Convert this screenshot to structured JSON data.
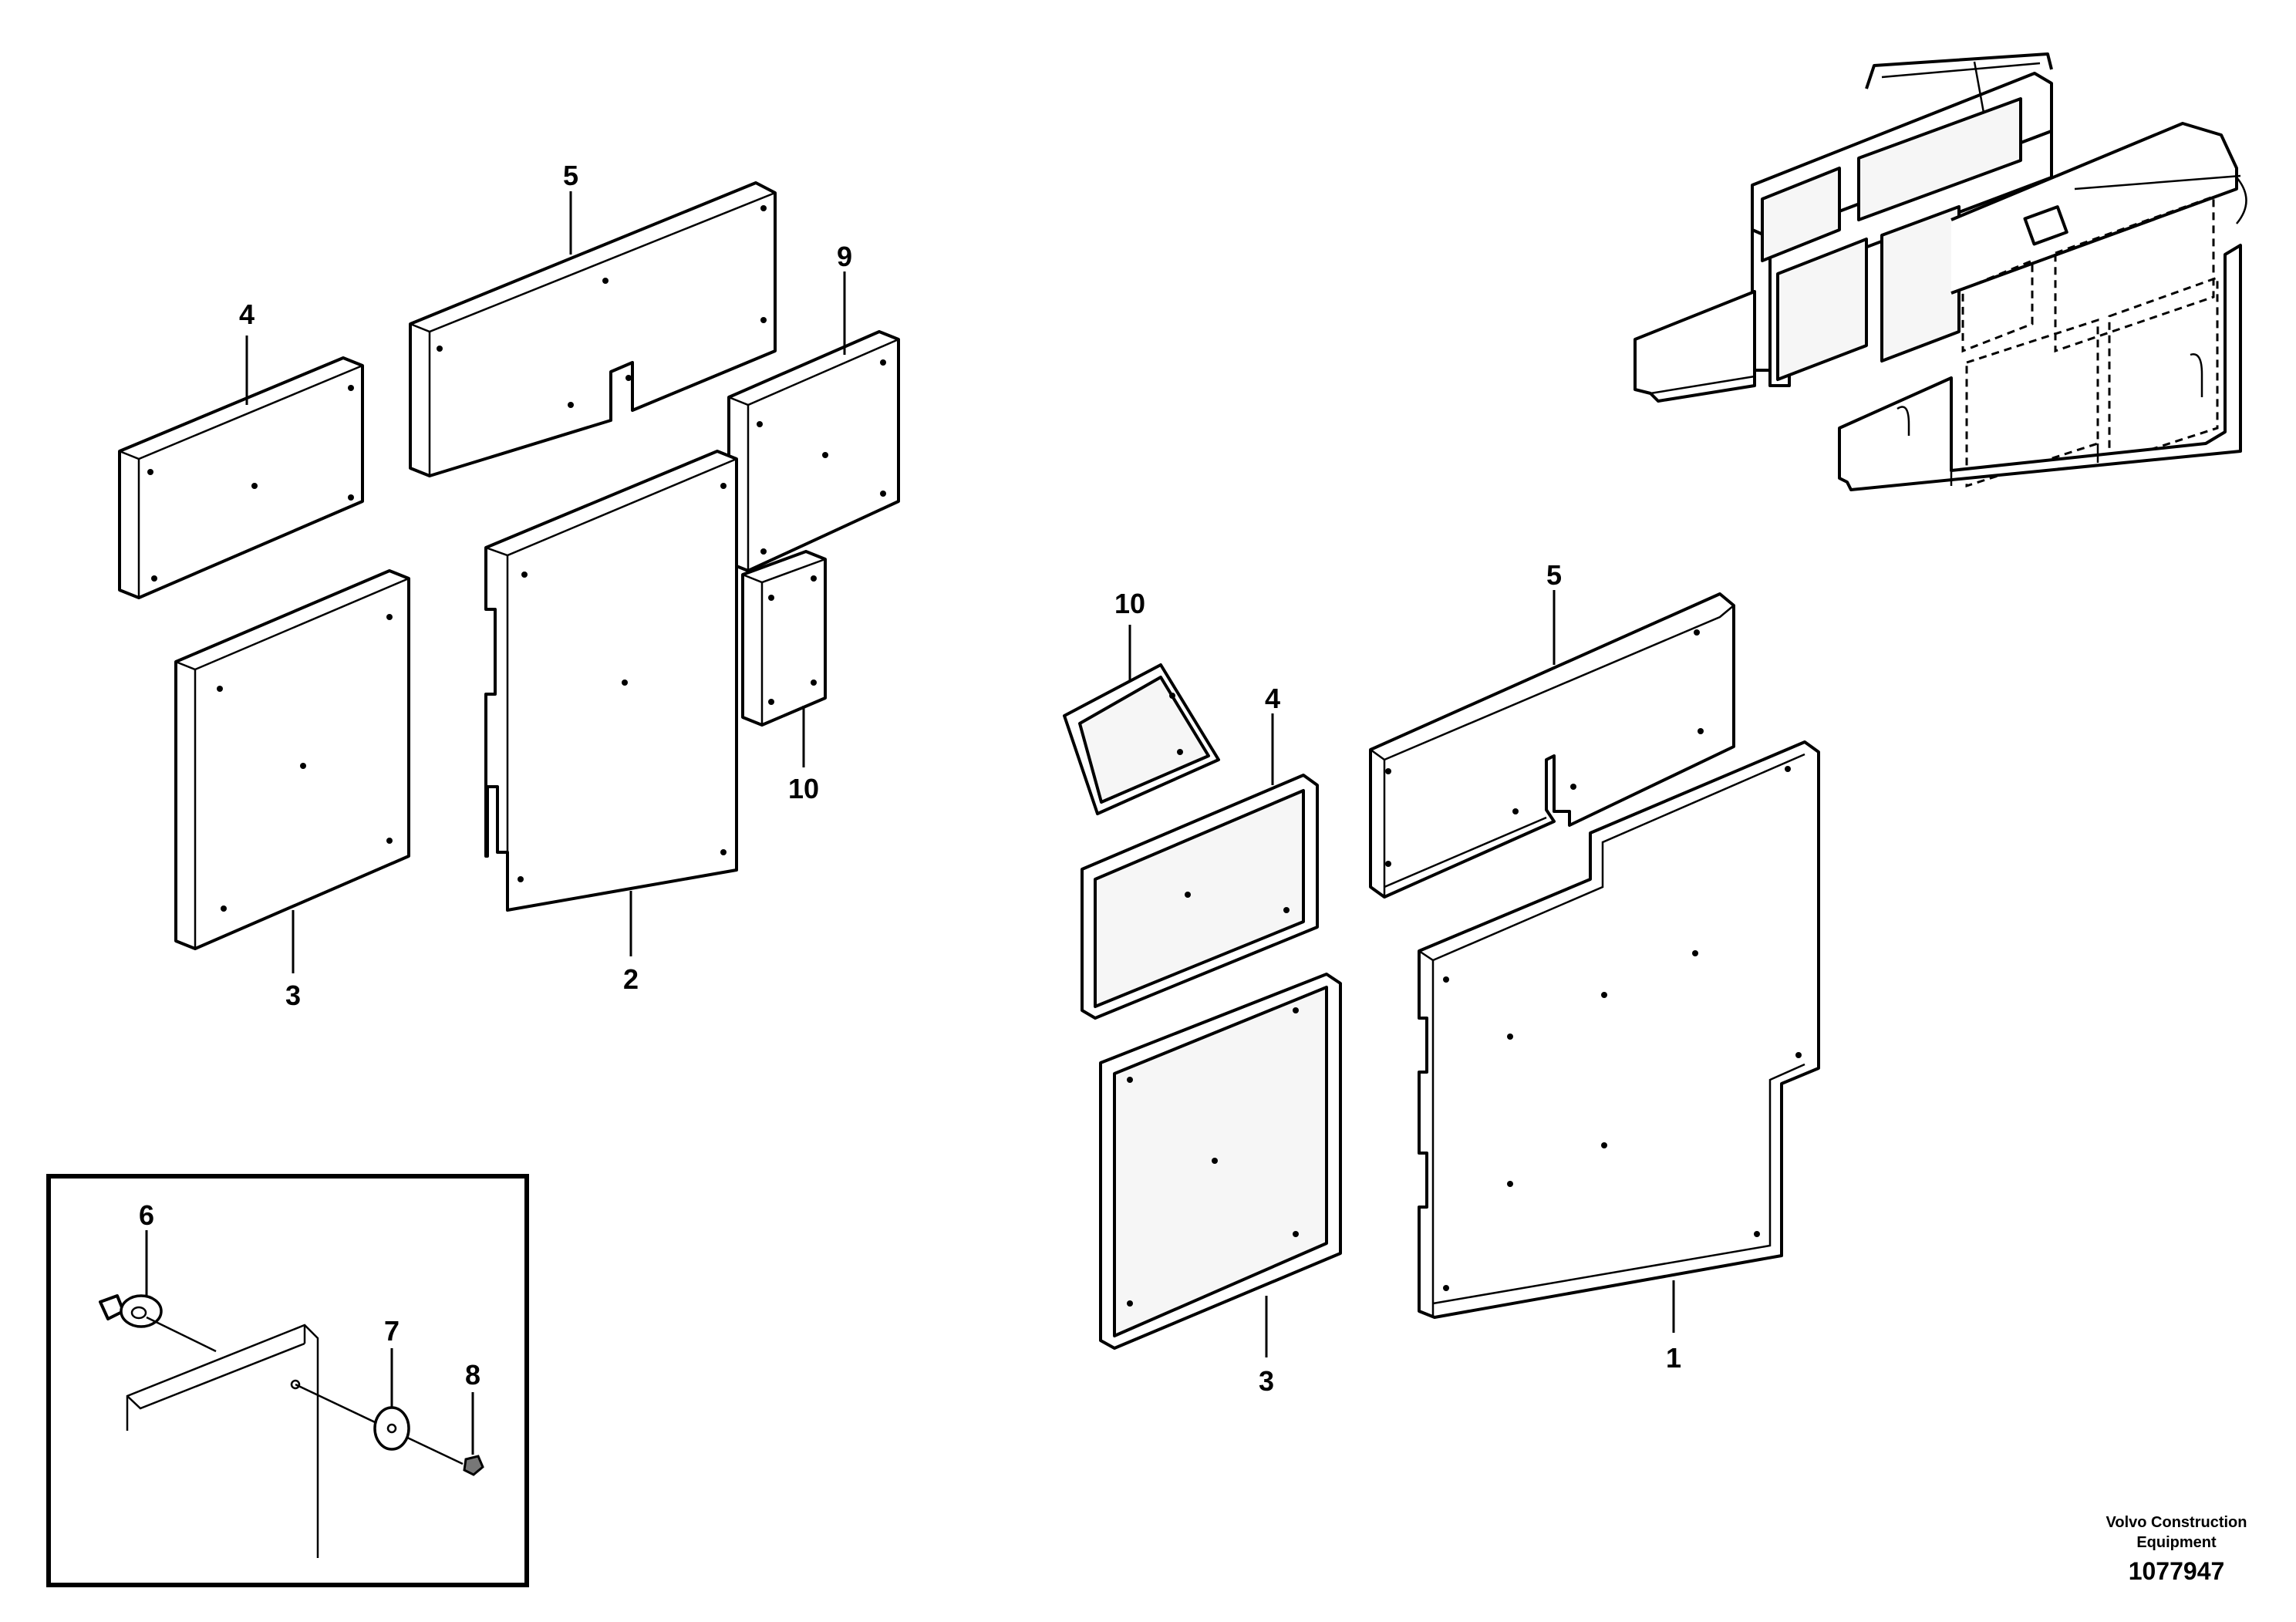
{
  "callouts": {
    "left_4": "4",
    "left_5": "5",
    "left_9": "9",
    "left_10": "10",
    "left_3": "3",
    "left_2": "2",
    "detail_6": "6",
    "detail_7": "7",
    "detail_8": "8",
    "right_10": "10",
    "right_5": "5",
    "right_4": "4",
    "right_3": "3",
    "right_1": "1"
  },
  "footer": {
    "brand_line1": "Volvo Construction",
    "brand_line2": "Equipment",
    "doc_number": "1077947"
  }
}
